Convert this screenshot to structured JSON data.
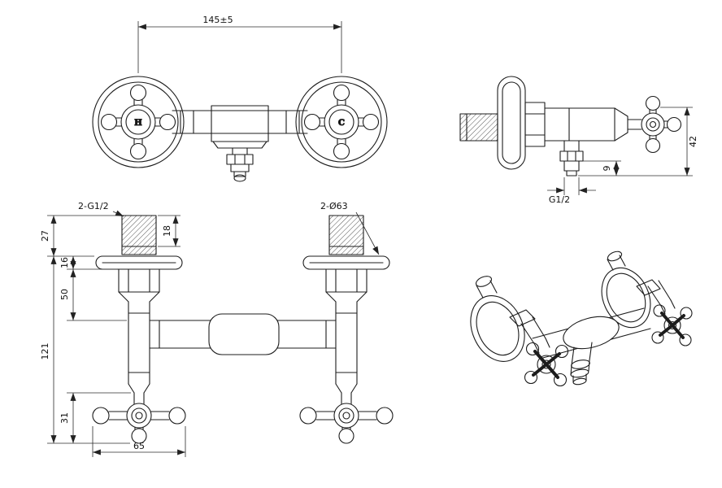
{
  "page": {
    "background": "#ffffff",
    "line_color": "#1c1c1c"
  },
  "drawing": {
    "front_view": {
      "dim_center_distance": "145±5",
      "hot_label": "H",
      "cold_label": "C"
    },
    "side_view": {
      "dim_42": "42",
      "dim_9": "9",
      "outlet_thread": "G1/2"
    },
    "bottom_view": {
      "callout_inlet_threads": "2-G1/2",
      "callout_flange_dia": "2-Ø63",
      "dim_27": "27",
      "dim_18": "18",
      "dim_16": "16",
      "dim_50": "50",
      "dim_121": "121",
      "dim_31": "31",
      "dim_65": "65"
    }
  }
}
